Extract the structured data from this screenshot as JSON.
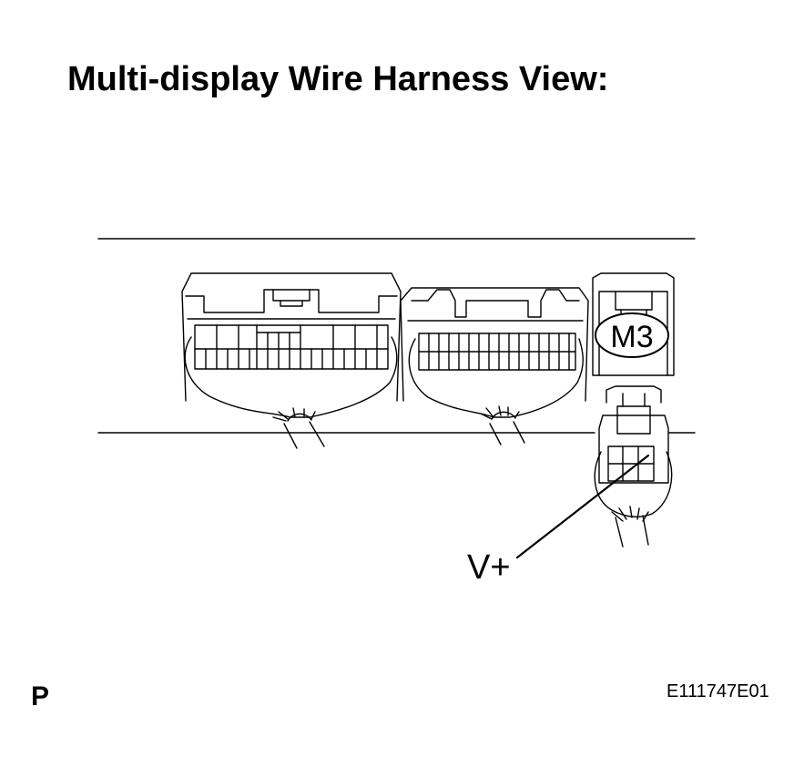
{
  "title": "Multi-display Wire Harness View:",
  "connector_label": "M3",
  "callout_label": "V+",
  "page_letter": "P",
  "figure_code": "E111747E01"
}
